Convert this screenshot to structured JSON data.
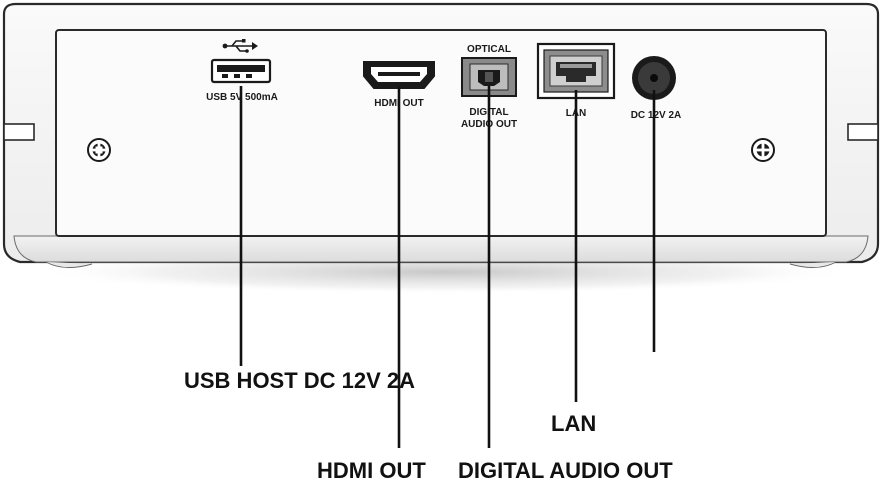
{
  "device": {
    "usb_port_label": "USB 5V 500mA",
    "hdmi_port_label": "HDMI OUT",
    "optical_top_label": "OPTICAL",
    "optical_bottom_line1": "DIGITAL",
    "optical_bottom_line2": "AUDIO OUT",
    "lan_port_label": "LAN",
    "dc_port_label": "DC 12V 2A"
  },
  "callouts": {
    "usb_host": "USB HOST DC 12V 2A",
    "lan": "LAN",
    "hdmi_out": "HDMI OUT",
    "digital_audio_out": "DIGITAL AUDIO OUT"
  },
  "colors": {
    "device_shell": "#f4f4f4",
    "panel": "#fbfbfb",
    "outline": "#2a2a2a",
    "ink": "#111111"
  },
  "icons": [
    "usb-icon",
    "screw-icon"
  ]
}
